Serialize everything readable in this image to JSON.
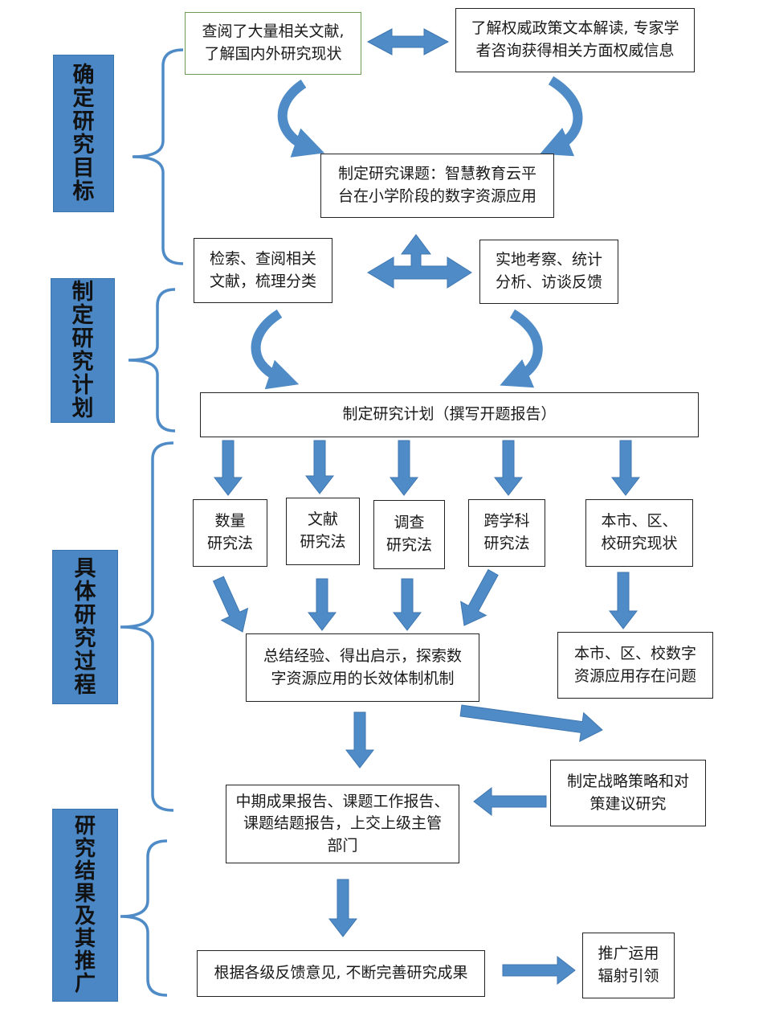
{
  "colors": {
    "arrow": "#4f8bc6",
    "arrow_edge": "#3f77b0",
    "stage_fill": "#4a87c4",
    "box_border": "#222222",
    "green_border": "#6f9b55"
  },
  "stages": {
    "s1": "确\n定\n研\n究\n目\n标",
    "s2": "制\n定\n研\n究\n计\n划",
    "s3": "具\n体\n研\n究\n过\n程",
    "s4": "研\n究\n结\n果\n及\n其\n推\n广"
  },
  "boxes": {
    "literature_review": "查阅了大量相关文献,\n了解国内外研究现状",
    "policy_consult": "了解权威政策文本解读, 专家学\n者咨询获得相关方面权威信息",
    "research_topic": "制定研究课题：智慧教育云平\n台在小学阶段的数字资源应用",
    "search_classify": "检索、查阅相关\n文献，梳理分类",
    "field_survey": "实地考察、统计\n分析、访谈反馈",
    "research_plan": "制定研究计划（撰写开题报告）",
    "quantitative": "数量\n研究法",
    "documentary": "文献\n研究法",
    "investigation": "调查\n研究法",
    "interdisciplinary": "跨学科\n研究法",
    "local_status": "本市、区、\n校研究现状",
    "summary": "总结经验、得出启示，探索数\n字资源应用的长效体制机制",
    "local_problems": "本市、区、校数字\n资源应用存在问题",
    "strategy": "制定战略策略和对\n策建议研究",
    "reports": "中期成果报告、课题工作报告、\n课题结题报告，上交上级主管\n部门",
    "feedback": "根据各级反馈意见, 不断完善研究成果",
    "promotion": "推广运用\n辐射引领"
  }
}
